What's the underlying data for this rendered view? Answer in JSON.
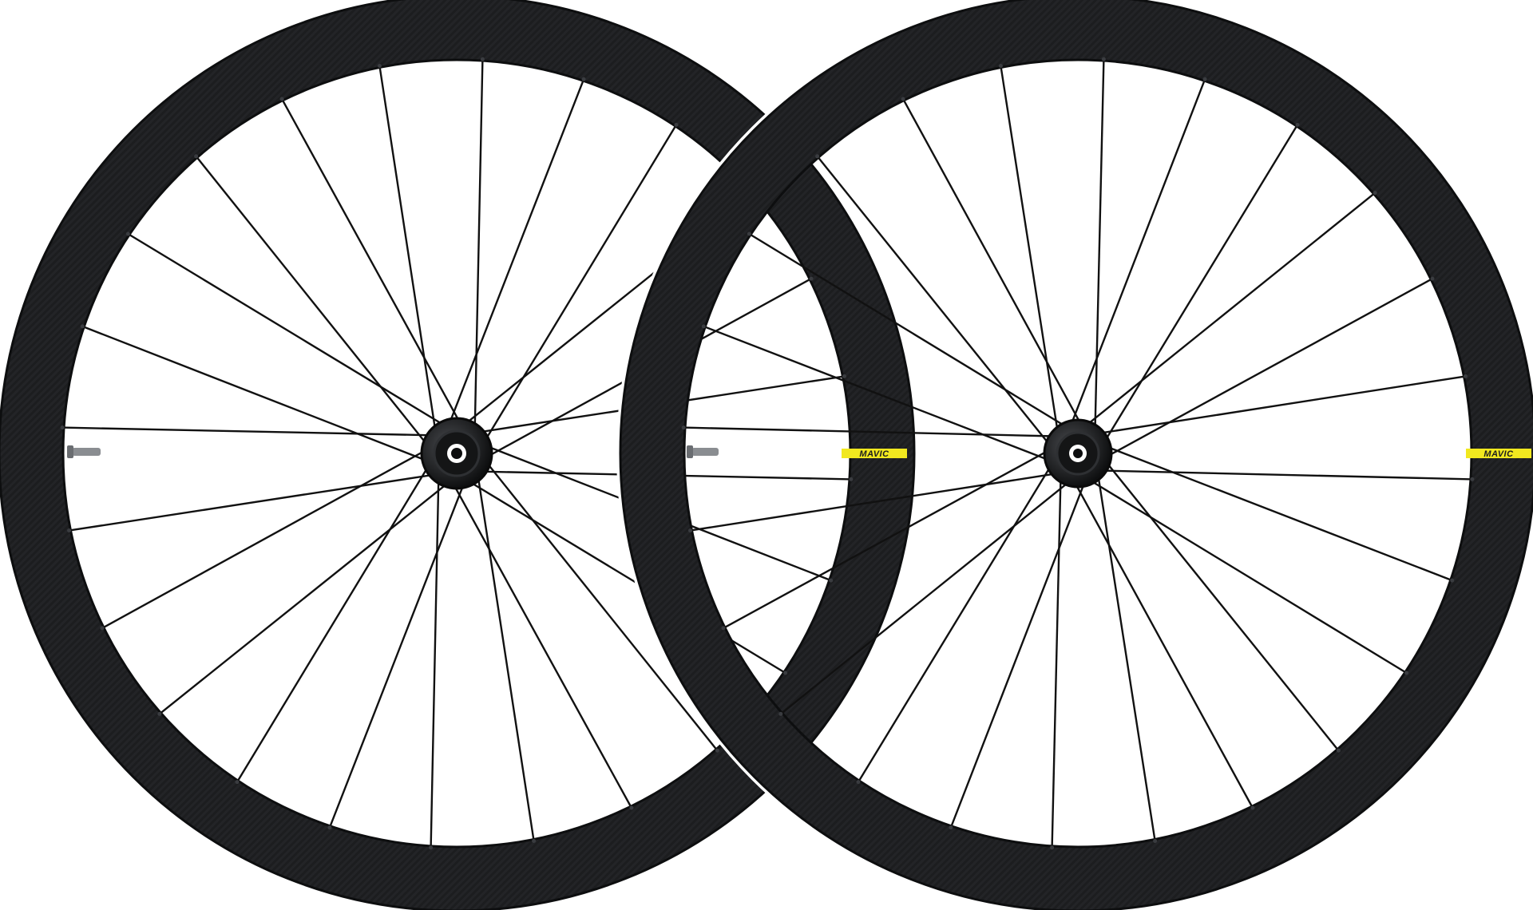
{
  "product": {
    "brand_decal_text": "MAVIC",
    "wheels": [
      {
        "id": "rear",
        "spoke_count": 24,
        "has_valve": true,
        "has_decal": true
      },
      {
        "id": "front",
        "spoke_count": 24,
        "has_valve": true,
        "has_decal": true
      }
    ]
  },
  "colors": {
    "background": "#ffffff",
    "rim": "#1c1d1f",
    "rim_edge": "#0d0e0f",
    "rim_highlight": "#34363a",
    "spoke": "#111111",
    "hub": "#1a1b1d",
    "decal": "#f1e81f",
    "valve": "#8a8d91"
  }
}
